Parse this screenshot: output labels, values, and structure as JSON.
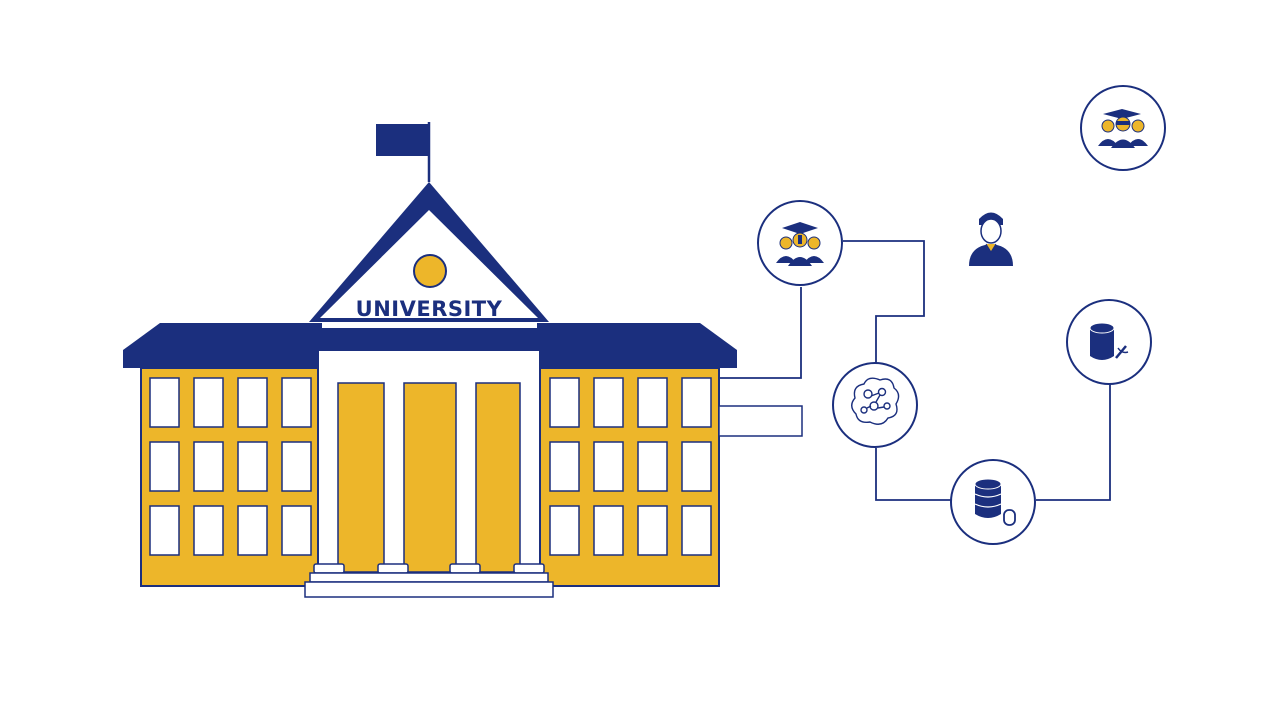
{
  "building": {
    "sign": "UNIVERSITY"
  },
  "colors": {
    "navy": "#1b2f7e",
    "gold": "#edb62a",
    "white": "#ffffff"
  },
  "network": {
    "nodes": [
      {
        "name": "node-graduates-group",
        "icon": "graduates-group-icon"
      },
      {
        "name": "node-student-group",
        "icon": "student-group-icon"
      },
      {
        "name": "node-user",
        "icon": "user-icon"
      },
      {
        "name": "node-data-cluster",
        "icon": "data-cluster-icon"
      },
      {
        "name": "node-database-edit",
        "icon": "database-edit-icon"
      },
      {
        "name": "node-database-lock",
        "icon": "database-lock-icon"
      }
    ]
  }
}
